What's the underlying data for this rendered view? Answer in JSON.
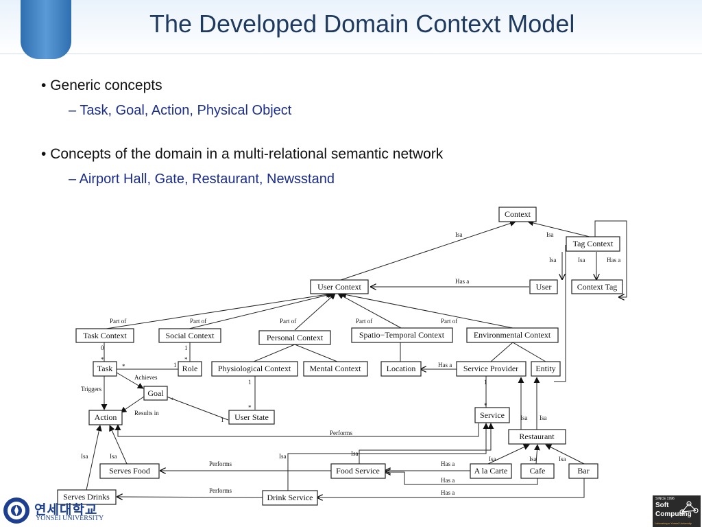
{
  "slide": {
    "title": "The Developed Domain Context Model",
    "bullets": [
      {
        "text": "Generic concepts",
        "sub": "Task, Goal, Action, Physical Object"
      },
      {
        "text": "Concepts of the domain in a multi-relational semantic network",
        "sub": "Airport Hall, Gate, Restaurant, Newsstand"
      }
    ]
  },
  "diagram": {
    "nodes": {
      "context": "Context",
      "tag_context": "Tag Context",
      "user_context": "User Context",
      "user": "User",
      "context_tag": "Context Tag",
      "task_context": "Task Context",
      "social_context": "Social Context",
      "personal_context": "Personal Context",
      "spatio_temporal_context": "Spatio−Temporal Context",
      "environmental_context": "Environmental Context",
      "task": "Task",
      "role": "Role",
      "physiological_context": "Physiological Context",
      "mental_context": "Mental Context",
      "location": "Location",
      "service_provider": "Service Provider",
      "entity": "Entity",
      "goal": "Goal",
      "action": "Action",
      "user_state": "User State",
      "service": "Service",
      "restaurant": "Restaurant",
      "serves_food": "Serves Food",
      "food_service": "Food Service",
      "a_la_carte": "A la Carte",
      "cafe": "Cafe",
      "bar": "Bar",
      "serves_drinks": "Serves Drinks",
      "drink_service": "Drink Service"
    },
    "relations": {
      "isa": "Isa",
      "has_a": "Has a",
      "part_of": "Part of",
      "achieves": "Achieves",
      "triggers": "Triggers",
      "results_in": "Results in",
      "performs": "Performs"
    },
    "multiplicity": {
      "zero": "0",
      "one": "1",
      "many": "*"
    }
  },
  "footer": {
    "university_kr": "연세대학교",
    "university_en": "YONSEI UNIVERSITY",
    "lab_since": "SINCE 1996",
    "lab_soft": "Soft",
    "lab_computing": "Computing",
    "lab_sub": "Laboratory ▸ Yonsei University"
  }
}
